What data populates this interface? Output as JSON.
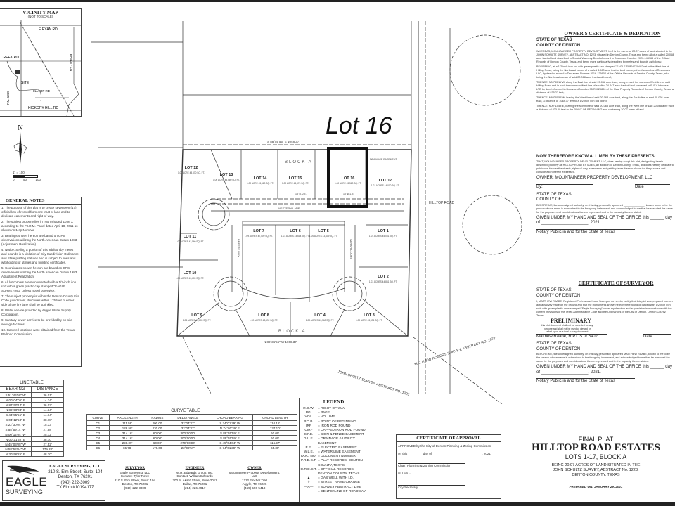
{
  "vicinity_map": {
    "title": "VICINITY MAP",
    "subtitle": "(NOT TO SCALE)",
    "roads": [
      "E RYAN RD",
      "CREEK RD",
      "TEASLEY LN",
      "SITE",
      "HILLTOP RD",
      "F.M. 1830",
      "HICKORY HILL RD"
    ]
  },
  "north_arrow": {
    "letter": "N",
    "scale": "1\" = 100'",
    "scale_ticks": [
      "0",
      "50",
      "100"
    ]
  },
  "general_notes": {
    "title": "GENERAL NOTES",
    "lines": [
      "1. The purpose of this plat is to create seventeen (17) official lots of record from one tract of land and to dedicate easements and right-of-way.",
      "2. The subject property lies in \"Non-shaded Zone X\" according to the F.I.R.M. Panel dated April 18, 2011 as shown on Map Number.",
      "3. Bearings shown hereon are based on GPS observations utilizing the North American Datum 1983 (Adjustment Realization).",
      "4. Notice: Selling a portion of this addition by metes and bounds is a violation of City Subdivision Ordinance and State platting statutes and is subject to fines and withholding of utilities and building certificates.",
      "5. Coordinates shown hereon are based on GPS observations utilizing the North American Datum 1983 Adjustment Realization.",
      "6. All lot corners are monumented with a 1/2-inch iron rod with a green plastic cap stamped \"EAGLE SURVEYING\" unless noted otherwise.",
      "7. The subject property is within the Denton County Fire Code jurisdiction; structures within 175 feet of either side of the fire lane shall be sprinkled.",
      "8. Water service provided by Argyle Water Supply Corporation.",
      "9. Sanitary sewer service to be provided by on-site sewage facilities.",
      "10. Gas well locations were obtained from the Texas Railroad Commission."
    ]
  },
  "handwritten_label": "Lot 16",
  "plat": {
    "block_label": "BLOCK A",
    "top_bearing": "S 88°55'55\" E 1048.37'",
    "bottom_bearing": "N 89°35'55\" W 1068.37'",
    "streets": [
      "HILLTOP ROAD",
      "WESTERN LANE",
      "BREEZE WAY",
      "SARAH COURT"
    ],
    "lots": [
      {
        "name": "LOT 1",
        "area": "1.04 ACRES\n45,051 SQ. FT."
      },
      {
        "name": "LOT 2",
        "area": "1.03 ACRES\n44,841 SQ. FT."
      },
      {
        "name": "LOT 3",
        "area": "1.00 ACRE\n43,691 SQ. FT."
      },
      {
        "name": "LOT 4",
        "area": "1.00 ACRES\n43,560 SQ. FT."
      },
      {
        "name": "LOT 5",
        "area": "1.00 ACRES\n43,609 SQ. FT."
      },
      {
        "name": "LOT 6",
        "area": "1.03 ACRES\n44,614 SQ. FT."
      },
      {
        "name": "LOT 7",
        "area": "1.09 ACRES\n47,509 SQ. FT."
      },
      {
        "name": "LOT 8",
        "area": "1.12 ACRES\n48,692 SQ. FT."
      },
      {
        "name": "LOT 9",
        "area": "1.03 ACRES\n44,805 SQ. FT."
      },
      {
        "name": "LOT 10",
        "area": "1.00 ACRES\n43,605 SQ. FT."
      },
      {
        "name": "LOT 11",
        "area": "1.00 ACRES\n43,560 SQ. FT."
      },
      {
        "name": "LOT 12",
        "area": "1.00 ACRE\n43,570 SQ. FT."
      },
      {
        "name": "LOT 13",
        "area": "1.00 ACRE\n43,560 SQ. FT."
      },
      {
        "name": "LOT 14",
        "area": "1.00 ACRE\n43,560 SQ. FT."
      },
      {
        "name": "LOT 15",
        "area": "1.00 ACRE\n43,570 SQ. FT."
      },
      {
        "name": "LOT 16",
        "area": "1.00 ACRE\n43,560 SQ. FT."
      },
      {
        "name": "LOT 17",
        "area": "1.01 ACRES\n44,000 SQ. FT."
      }
    ],
    "surveys": [
      "JOHN SHULTZ SURVEY, ABSTRACT NO. 1223",
      "MATTHEW ROGERS SURVEY, ABSTRACT NO. 1072"
    ],
    "easements": [
      "DRAINAGE EASEMENT",
      "15' D.U.E.",
      "10' W.L.E."
    ]
  },
  "line_table": {
    "title": "LINE TABLE",
    "headers": [
      "BEARING",
      "DISTANCE"
    ],
    "rows": [
      [
        "S 51°46'58\" W",
        "36.01'"
      ],
      [
        "N 00°04'05\" E",
        "14.34'"
      ],
      [
        "N 87°50'14\" E",
        "36.03'"
      ],
      [
        "N 89°50'04\" E",
        "14.34'"
      ],
      [
        "S 44°55'55\" E",
        "14.14'"
      ],
      [
        "S 04°12'53\" E",
        "38.78'"
      ],
      [
        "S 22°30'04\" W",
        "15.33'"
      ],
      [
        "S 55°59'14\" W",
        "27.58'"
      ],
      [
        "N 00°12'04\" W",
        "25.72'"
      ],
      [
        "N 00°21'52\" E",
        "38.70'"
      ],
      [
        "N 45°03'05\" W",
        "27.52'"
      ],
      [
        "N 58°52'04\" W",
        "179.28'"
      ],
      [
        "N 30°56'25\" E",
        "48.30'"
      ]
    ]
  },
  "curve_table": {
    "title": "CURVE TABLE",
    "headers": [
      "CURVE",
      "ARC LENGTH",
      "RADIUS",
      "DELTA ANGLE",
      "CHORD BEARING",
      "CHORD LENGTH"
    ],
    "rows": [
      [
        "C1",
        "111.58'",
        "200.00'",
        "32°04'31\"",
        "S 74°01'39\" W",
        "110.15'"
      ],
      [
        "C2",
        "128.58'",
        "230.00'",
        "32°04'31\"",
        "N 74°01'39\" E",
        "127.10'"
      ],
      [
        "C3",
        "314.16'",
        "60.00'",
        "300°00'00\"",
        "S 89°55'59\" E",
        "60.00'"
      ],
      [
        "C4",
        "314.16'",
        "60.00'",
        "300°00'00\"",
        "S 89°55'59\" E",
        "60.00'"
      ],
      [
        "C5",
        "298.09'",
        "60.00'",
        "270°00'00\"",
        "S 45°04'04\" W",
        "116.97'"
      ],
      [
        "C6",
        "65.78'",
        "170.00'",
        "22°09'57\"",
        "S 74°01'39\" W",
        "65.38'"
      ]
    ]
  },
  "legend": {
    "title": "LEGEND",
    "items": [
      [
        "R.O.W.",
        "= RIGHT-OF-WAY"
      ],
      [
        "PG.",
        "= PAGE"
      ],
      [
        "VOL.",
        "= VOLUME"
      ],
      [
        "P.O.B.",
        "= POINT OF BEGINNING"
      ],
      [
        "IRF",
        "= IRON ROD FOUND"
      ],
      [
        "CIRF",
        "= CAPPED IRON ROD FOUND"
      ],
      [
        "S.F.E.",
        "= SIGN & FENCE EASEMENT"
      ],
      [
        "D.U.E.",
        "= DRAINAGE & UTILITY EASEMENT"
      ],
      [
        "E.E.",
        "= ELECTRIC EASEMENT"
      ],
      [
        "W.L.E.",
        "= WATER LINE EASEMENT"
      ],
      [
        "DOC. NO.",
        "= DOCUMENT NUMBER"
      ],
      [
        "P.R.D.C.T.",
        "= PLAT RECORDS, DENTON COUNTY, TEXAS"
      ],
      [
        "O.R.D.C.T.",
        "= OFFICIAL RECORDS, DENTON COUNTY, TEXAS"
      ],
      [
        "▲",
        "= GAS WELL WITH I.D."
      ],
      [
        "◊",
        "= STREET NAME CHANGE"
      ],
      [
        "—A—",
        "= SURVEY ABSTRACT LINE"
      ],
      [
        "— —",
        "= CENTERLINE OF ROADWAY"
      ]
    ]
  },
  "certificate_of_approval": {
    "title": "CERTIFICATE OF APPROVAL",
    "approved": "APPROVED by the City of Denton Planning & Zoning Commission",
    "on_this": "on this ________ day of ____________________________, 2021.",
    "chair": "Chair, Planning & Zoning Commission",
    "attest": "ATTEST:",
    "secretary": "City Secretary"
  },
  "surveyor_company": {
    "logo_top": "EAGLE",
    "logo_bottom": "SURVEYING",
    "name": "EAGLE SURVEYING, LLC",
    "address1": "210 S. Elm Street, Suite: 104",
    "address2": "Denton, TX 76201",
    "phone": "(940) 222-3009",
    "firm": "TX Firm #10194177"
  },
  "contacts": [
    {
      "title": "SURVEYOR",
      "lines": [
        "Eagle Surveying, LLC",
        "Contact: Tyler Rowe",
        "210 S. Elm Street, Suite: 104",
        "Denton, TX 76201",
        "(940) 222-3009"
      ]
    },
    {
      "title": "ENGINEER",
      "lines": [
        "W.R. Edwards Group, Inc.",
        "Contact: William Edwards",
        "300 N. Akard Street, Suite 2011",
        "Dallas, TX 75201",
        "(214) 226-4917"
      ]
    },
    {
      "title": "OWNER",
      "lines": [
        "Mountaineer Property Development, LLC",
        "1212 Fincher Trail",
        "Argyle, TX 76226",
        "(469) 596-5418"
      ]
    }
  ],
  "title_block": {
    "pre": "FINAL PLAT",
    "name": "HILLTOP ROAD ESTATES",
    "lots": "LOTS 1-17, BLOCK A",
    "desc1": "BEING 20.07 ACRES OF LAND SITUATED IN THE",
    "desc2": "JOHN SCHULTZ SURVEY, ABSTRACT No. 1223,",
    "desc3": "DENTON COUNTY, TEXAS",
    "prepared": "PREPARED ON: JANUARY 29, 2021"
  },
  "owners_certificate": {
    "title": "OWNER'S CERTIFICATE & DEDICATION",
    "state": "STATE OF TEXAS",
    "county": "COUNTY OF DENTON",
    "paragraphs": [
      "WHEREAS, MOUNTAINEER PROPERTY DEVELOPMENT, LLC is the owner of 20.07 acres of land situated in the JOHN SCHULTZ SURVEY, ABSTRACT NO. 1223, situated in Denton County, Texas and being all of a called 20.068 acre tract of land described in Special Warranty Deed of record in Document Number 2020-148963 of the Official Records of Denton County, Texas, and being more particularly described by metes and bounds as follows:",
      "BEGINNING, at a 1/2-inch iron rod with green plastic cap stamped \"EAGLE SURVEYING\" set in the West line of Hilltop Road, being the Northeast corner of a called 3.560 acre tract of land conveyed to Vanson Land Resources LLC, by deed of record in Document Number 2016-125602 of the Official Records of Denton County, Texas, also being the Northeast corner of said 20.068 acre tract and hereof;",
      "THENCE, N00°55'11\"W, along the East line of said 20.068 acre tract, being in part, the common West line of said Hilltop Road and in part, the common West line of a called 24.247 acre tract of land conveyed to R & V Interests, LTD by deed of record in Document Number 95-R0029890 of the Real Property Records of Denton County, Texas, a distance of 835.22 feet;",
      "THENCE, N89°55'55\"W, leaving the West line of said 20.068 acre tract, along the South line of said 20.068 acre tract, a distance of 1048.37 feet to a 1/2-inch iron rod found;",
      "THENCE, N00°13'53\"E, leaving the North line of said 20.068 acre tract, along the West line of said 20.068 acre tract, a distance of 833.60 feet to the POINT OF BEGINNING and containing 20.07 acres of land."
    ],
    "now_therefore": "NOW THEREFORE KNOW ALL MEN BY THESE PRESENTS:",
    "dedication": "THAT, MOUNTAINEER PROPERTY DEVELOPMENT, LLC, does hereby adopt this plat, designating herein described property as HILLTOP ROAD ESTATES, an addition to Denton County, Texas, and does hereby dedicate to public use forever the streets, rights-of-way, easements and public places thereon shown for the purpose and consideration therein expressed.",
    "owner_sig": "OWNER: MOUNTAINEER PROPERTY DEVELOPMENT, LLC",
    "by": "By:",
    "date": "Date",
    "state2": "STATE OF TEXAS",
    "county2": "COUNTY OF",
    "before_me": "BEFORE ME, the undersigned authority, on this day personally appeared ______________, known to me to be the person whose name is subscribed to the foregoing instrument, and acknowledged to me that he executed the same for the purposes and considerations therein expressed and in the capacity therein stated.",
    "given": "GIVEN UNDER MY HAND AND SEAL OF THE OFFICE this ______ day of ____________________, 2021.",
    "notary": "Notary Public in and for the State of Texas"
  },
  "surveyor_certificate": {
    "title": "CERTIFICATE OF SURVEYOR",
    "state": "STATE OF TEXAS",
    "county": "COUNTY OF DENTON",
    "body": "I, MATTHEW RAABE, Registered Professional Land Surveyor, do hereby certify that this plat was prepared from an actual survey made on the ground and that the monuments shown hereon were found or placed with 1/2-inch iron rods with green plastic caps stamped \"Eagle Surveying\" under my direction and supervision in accordance with the current provisions of the Texas Administrative Code and the Ordinances of the City of Denton, Denton County, Texas.",
    "preliminary": "PRELIMINARY",
    "prelim_note": "this plat document shall not be recorded for any purpose and shall not be used or viewed or relied upon as a final survey document",
    "signer": "Matthew Raabe, R.P.L.S. # 6402",
    "date": "Date",
    "state2": "STATE OF TEXAS",
    "county2": "COUNTY OF DENTON",
    "before_me": "BEFORE ME, the undersigned authority, on this day personally appeared MATTHEW RAABE, known to me to be the person whose name is subscribed to the foregoing instrument, and acknowledged to me that he executed the same for the purposes and considerations therein expressed and in the capacity therein stated.",
    "given": "GIVEN UNDER MY HAND AND SEAL OF THE OFFICE this ______ day of ____________________, 2021.",
    "notary": "Notary Public in and for the State of Texas"
  }
}
